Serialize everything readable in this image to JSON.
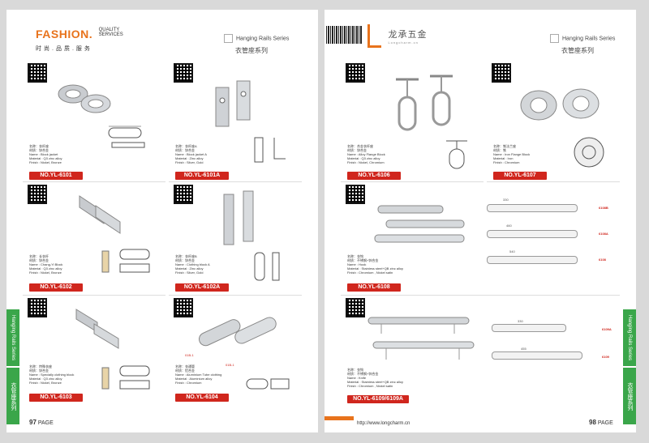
{
  "left_page": {
    "brand": "FASHION.",
    "brand_slogan_line1": "QUALITY",
    "brand_slogan_line2": "SERVICES",
    "brand_cn": "时尚.品质.服务",
    "series_en": "Hanging Rails Series",
    "series_cn": "衣管座系列",
    "side_tab_en": "Hanging Rails Series",
    "side_tab_cn": "衣管座系列",
    "page_number": "97",
    "page_word": "PAGE",
    "products": [
      {
        "code": "NO.YL-6101",
        "spec_cn1": "名称：衣杆座",
        "spec_cn2": "材质：锌合金",
        "spec_en1": "Name : Block jacket",
        "spec_en2": "Material : Q3 zinc alloy",
        "spec_en3": "Finish : Nickel, Bronze"
      },
      {
        "code": "NO.YL-6101A",
        "spec_cn1": "名称：衣杆座A",
        "spec_cn2": "材质：锌合金",
        "spec_en1": "Name : Block jacket A",
        "spec_en2": "Material : Zinc alloy",
        "spec_en3": "Finish : Silver, Gold"
      },
      {
        "code": "NO.YL-6102",
        "spec_cn1": "名称：长衣杆",
        "spec_cn2": "材质：锌合金",
        "spec_en1": "Name : Chang-Yi Block",
        "spec_en2": "Material : Q3 zinc alloy",
        "spec_en3": "Finish : Nickel, Bronze"
      },
      {
        "code": "NO.YL-6102A",
        "spec_cn1": "名称：衣杆座B",
        "spec_cn2": "材质：锌合金",
        "spec_en1": "Name : Clothing block A",
        "spec_en2": "Material : Zinc alloy",
        "spec_en3": "Finish : Silver, Gold"
      },
      {
        "code": "NO.YL-6103",
        "spec_cn1": "名称：特殊衣座",
        "spec_cn2": "材质：锌合金",
        "spec_en1": "Name : Specially clothing block",
        "spec_en2": "Material : Q3 zinc alloy",
        "spec_en3": "Finish : Nickel, Bronze"
      },
      {
        "code": "NO.YL-6104",
        "spec_cn1": "名称：衣通管",
        "spec_cn2": "材质：铝合金",
        "spec_en1": "Name : Aluminium Tube clothing",
        "spec_en2": "Material : Aluminium alloy",
        "spec_en3": "Finish : Chromium"
      }
    ],
    "tube_labels": [
      "01B-1",
      "01B-1"
    ]
  },
  "right_page": {
    "brand_cn": "龙承五金",
    "brand_url_small": "Longcharm.cn",
    "series_en": "Hanging Rails Series",
    "series_cn": "衣管座系列",
    "side_tab_en": "Hanging Rails Series",
    "side_tab_cn": "衣管座系列",
    "footer_url": "http://www.longcharm.cn",
    "page_number": "98",
    "page_word": "PAGE",
    "products": [
      {
        "code": "NO.YL-6106",
        "spec_cn1": "名称：合金衣杆座",
        "spec_cn2": "材质：锌合金",
        "spec_en1": "Name : Alloy Flange Block",
        "spec_en2": "Material : Q3 zinc alloy",
        "spec_en3": "Finish : Nickel, Chromium"
      },
      {
        "code": "NO.YL-6107",
        "spec_cn1": "名称：铁法兰座",
        "spec_cn2": "材质：铁",
        "spec_en1": "Name : Iron Flange Block",
        "spec_en2": "Material : Iron",
        "spec_en3": "Finish : Chromium"
      },
      {
        "code": "NO.YL-6108",
        "spec_cn1": "名称：衣钩",
        "spec_cn2": "材质：不锈钢+锌合金",
        "spec_en1": "Name : Hook",
        "spec_en2": "Material : Stainless steel+QB zinc alloy",
        "spec_en3": "Finish : Chromium , Nickel satin"
      },
      {
        "code": "NO.YL-6109/6109A",
        "spec_cn1": "名称：衣钩",
        "spec_cn2": "材质：不锈钢+锌合金",
        "spec_en1": "Name : Knife",
        "spec_en2": "Material : Stainless steel+QB zinc alloy",
        "spec_en3": "Finish : Chromium , Nickel satin"
      }
    ],
    "hook_variants": [
      "6108B",
      "6108A",
      "6108"
    ],
    "hook_dims": [
      "330",
      "460",
      "540"
    ],
    "rack_variants": [
      "6109A",
      "6109"
    ],
    "rack_dims": [
      "330",
      "455"
    ]
  },
  "colors": {
    "accent_red": "#d0261d",
    "accent_orange": "#e8731c",
    "tab_green": "#3aa64a"
  }
}
